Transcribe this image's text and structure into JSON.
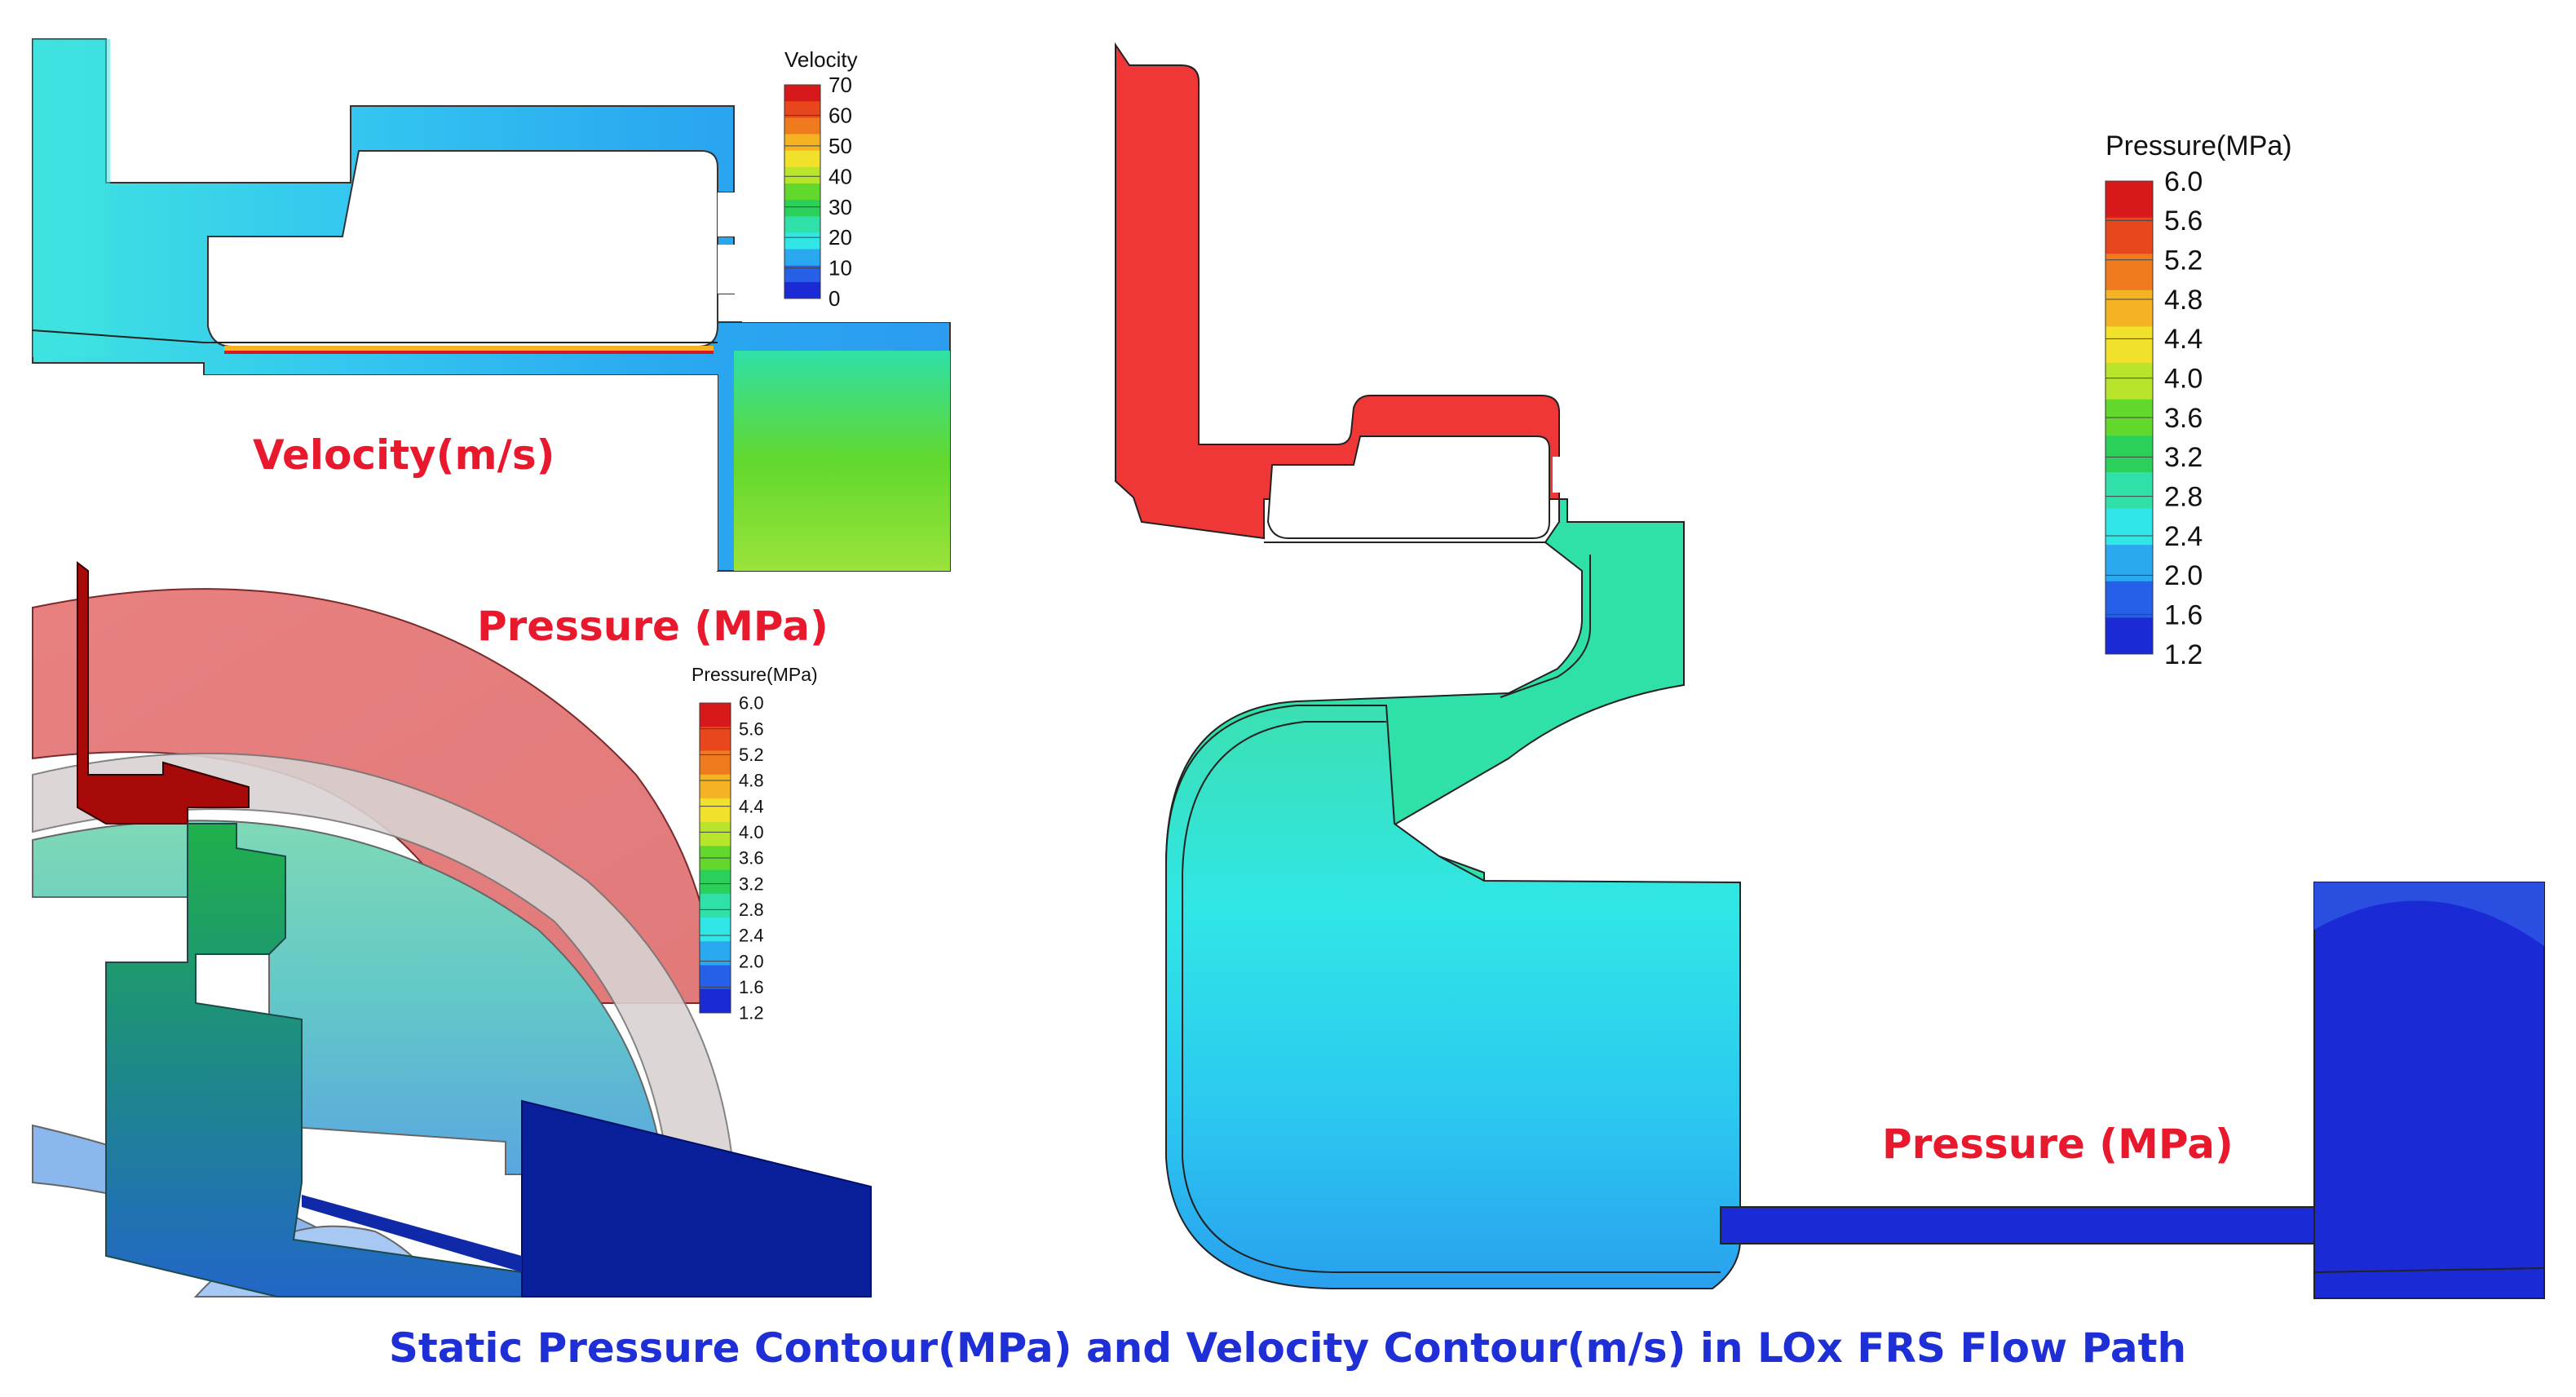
{
  "caption": "Static Pressure Contour(MPa) and Velocity Contour(m/s) in LOx FRS Flow Path",
  "panels": {
    "velocity": {
      "label": "Velocity(m/s)",
      "legend_title": "Velocity",
      "ticks": [
        "70",
        "60",
        "50",
        "40",
        "30",
        "20",
        "10",
        "0"
      ]
    },
    "pressure_3d": {
      "label": "Pressure (MPa)",
      "legend_title": "Pressure(MPa)",
      "ticks": [
        "6.0",
        "5.6",
        "5.2",
        "4.8",
        "4.4",
        "4.0",
        "3.6",
        "3.2",
        "2.8",
        "2.4",
        "2.0",
        "1.6",
        "1.2"
      ]
    },
    "pressure_2d": {
      "label": "Pressure (MPa)",
      "legend_title": "Pressure(MPa)",
      "ticks": [
        "6.0",
        "5.6",
        "5.2",
        "4.8",
        "4.4",
        "4.0",
        "3.6",
        "3.2",
        "2.8",
        "2.4",
        "2.0",
        "1.6",
        "1.2"
      ]
    }
  },
  "colormap": [
    "#d7191c",
    "#e8461d",
    "#f07b1f",
    "#f5b324",
    "#f2e12a",
    "#b8e52b",
    "#62d82d",
    "#2bd05a",
    "#2fe0a8",
    "#30e6e6",
    "#2aa8f0",
    "#2660e8",
    "#1a2bd6"
  ]
}
